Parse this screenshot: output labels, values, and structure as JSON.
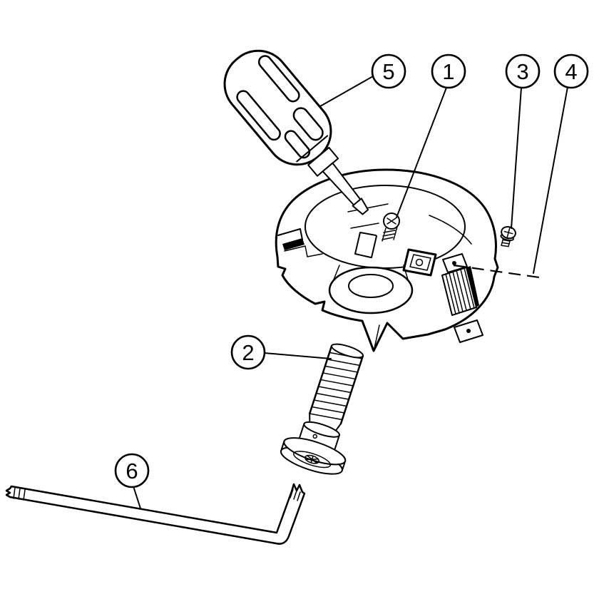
{
  "colors": {
    "ink": "#000000",
    "paper": "#ffffff"
  },
  "callouts": [
    {
      "label": "1"
    },
    {
      "label": "2"
    },
    {
      "label": "3"
    },
    {
      "label": "4"
    },
    {
      "label": "5"
    },
    {
      "label": "6"
    }
  ]
}
